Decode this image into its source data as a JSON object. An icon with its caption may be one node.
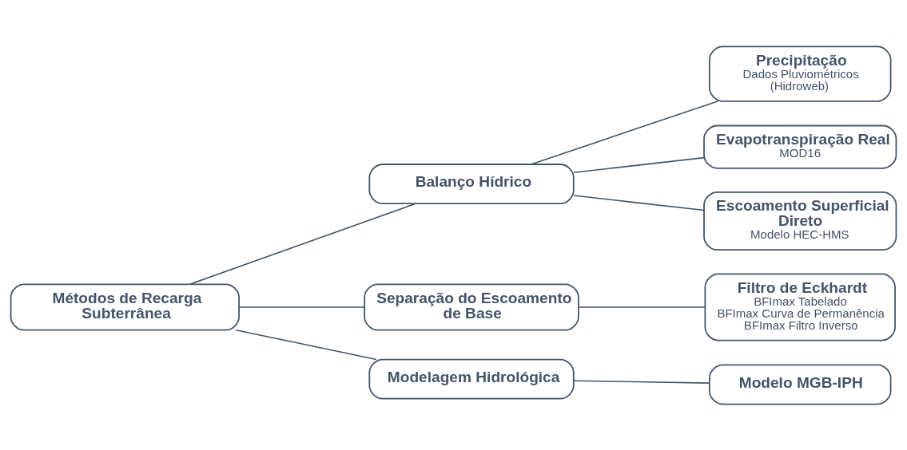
{
  "diagram": {
    "nodes": [
      {
        "text": [
          "Métodos de Recarga Subterrânea"
        ]
      },
      {
        "text": [
          "Balanço Hídrico"
        ]
      },
      {
        "text": [
          "Separação do Escoamento de Base"
        ]
      },
      {
        "text": [
          "Modelagem Hidrológica"
        ]
      },
      {
        "text": [
          "Precipitação",
          "Dados Pluviométricos (Hidroweb)"
        ]
      },
      {
        "text": [
          "Evapotranspiração Real",
          "MOD16"
        ]
      },
      {
        "text": [
          "Escoamento Superficial Direto",
          "Modelo HEC-HMS"
        ]
      },
      {
        "text": [
          "Filtro de Eckhardt",
          "BFImax Tabelado",
          "BFImax Curva de Permanência",
          "BFImax Filtro Inverso"
        ]
      },
      {
        "text": [
          "Modelo MGB-IPH"
        ]
      }
    ],
    "edges": [
      {
        "from": 0,
        "to": 1,
        "arrow": "none"
      },
      {
        "from": 0,
        "to": 2,
        "arrow": "none"
      },
      {
        "from": 0,
        "to": 3,
        "arrow": "none"
      },
      {
        "from": 1,
        "to": 4,
        "arrow": "none"
      },
      {
        "from": 1,
        "to": 5,
        "arrow": "none"
      },
      {
        "from": 1,
        "to": 6,
        "arrow": "none"
      },
      {
        "from": 2,
        "to": 7,
        "arrow": "none"
      },
      {
        "from": 3,
        "to": 8,
        "arrow": "none"
      }
    ]
  }
}
